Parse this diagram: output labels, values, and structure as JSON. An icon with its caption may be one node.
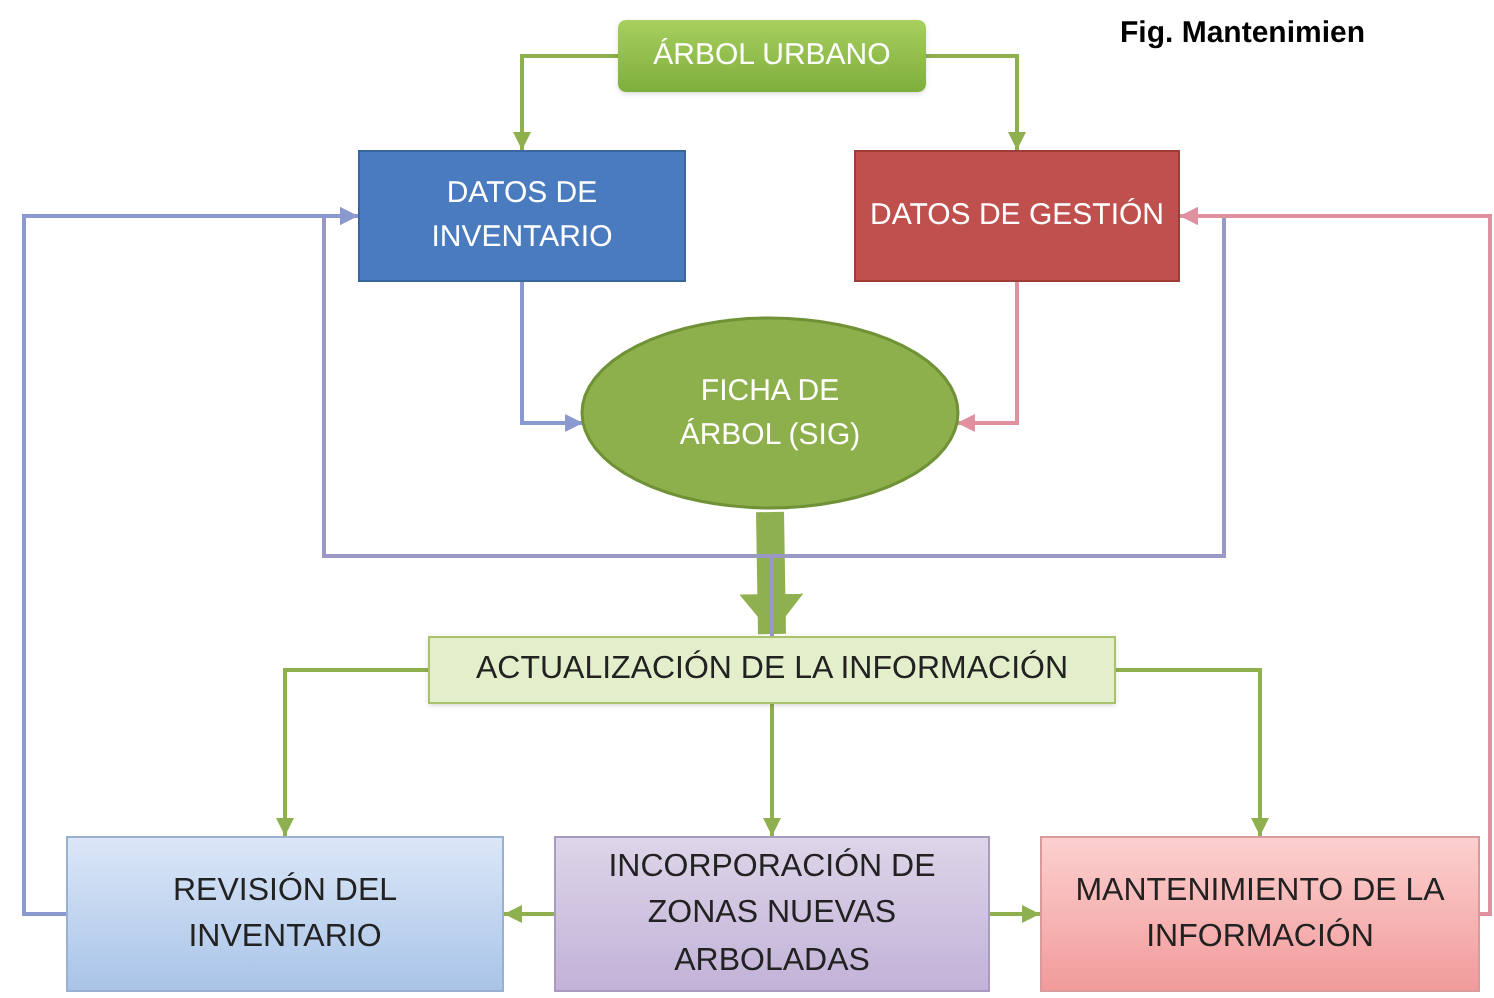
{
  "diagram": {
    "title": "Fig. Mantenimien",
    "nodes": [
      {
        "text": [
          "ÁRBOL URBANO"
        ]
      },
      {
        "text": [
          "DATOS DE INVENTARIO"
        ]
      },
      {
        "text": [
          "DATOS DE GESTIÓN"
        ]
      },
      {
        "text": [
          "FICHA DE ÁRBOL (SIG)"
        ]
      },
      {
        "text": [
          "ACTUALIZACIÓN DE LA INFORMACIÓN"
        ]
      },
      {
        "text": [
          "REVISIÓN DEL INVENTARIO"
        ]
      },
      {
        "text": [
          "INCORPORACIÓN DE ZONAS NUEVAS ARBOLADAS"
        ]
      },
      {
        "text": [
          "MANTENIMIENTO DE LA INFORMACIÓN"
        ]
      }
    ],
    "edges": [
      {
        "from": 0,
        "to": 1,
        "arrow": "to"
      },
      {
        "from": 0,
        "to": 2,
        "arrow": "to"
      },
      {
        "from": 1,
        "to": 3,
        "arrow": "to",
        "color": "#8a9ad0"
      },
      {
        "from": 2,
        "to": 3,
        "arrow": "to",
        "color": "#e0909e"
      },
      {
        "from": 3,
        "to": 4,
        "arrow": "to",
        "style": "thick"
      },
      {
        "from": 4,
        "to": 1,
        "arrow": "to",
        "color": "#9a98c4"
      },
      {
        "from": 4,
        "to": 2,
        "arrow": "to",
        "color": "#9a98c4"
      },
      {
        "from": 5,
        "to": 1,
        "arrow": "to",
        "color": "#8a9ad0"
      },
      {
        "from": 7,
        "to": 2,
        "arrow": "to",
        "color": "#e0909e"
      },
      {
        "from": 4,
        "to": 5,
        "arrow": "to"
      },
      {
        "from": 4,
        "to": 6,
        "arrow": "to"
      },
      {
        "from": 4,
        "to": 7,
        "arrow": "to"
      },
      {
        "from": 6,
        "to": 5,
        "arrow": "to"
      },
      {
        "from": 6,
        "to": 7,
        "arrow": "to"
      }
    ]
  }
}
